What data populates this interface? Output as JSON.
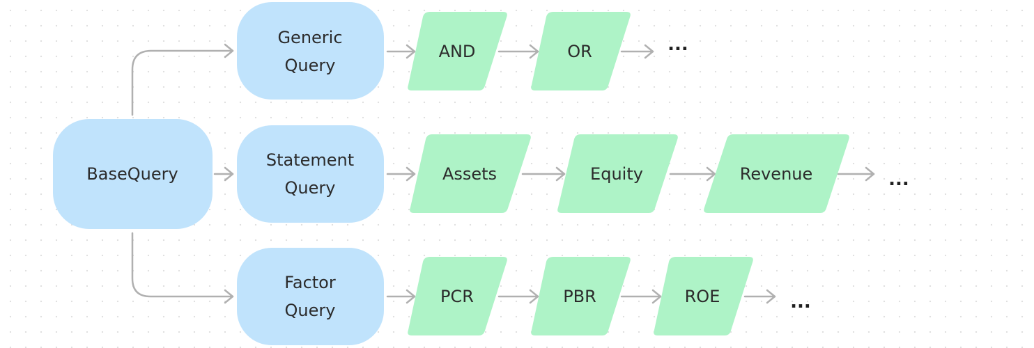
{
  "colors": {
    "query_fill": "#c0e3fc",
    "step_fill": "#aef3c7",
    "edge": "#b0b0b0",
    "text": "#2b2b2b"
  },
  "root": {
    "label": "BaseQuery"
  },
  "rows": [
    {
      "query_line1": "Generic",
      "query_line2": "Query",
      "steps": [
        "AND",
        "OR"
      ],
      "continuation": "..."
    },
    {
      "query_line1": "Statement",
      "query_line2": "Query",
      "steps": [
        "Assets",
        "Equity",
        "Revenue"
      ],
      "continuation": "..."
    },
    {
      "query_line1": "Factor",
      "query_line2": "Query",
      "steps": [
        "PCR",
        "PBR",
        "ROE"
      ],
      "continuation": "..."
    }
  ],
  "edges": [
    {
      "from": "BaseQuery",
      "to": "Generic Query"
    },
    {
      "from": "BaseQuery",
      "to": "Statement Query"
    },
    {
      "from": "BaseQuery",
      "to": "Factor Query"
    },
    {
      "from": "Generic Query",
      "to": "AND"
    },
    {
      "from": "AND",
      "to": "OR"
    },
    {
      "from": "OR",
      "to": "..."
    },
    {
      "from": "Statement Query",
      "to": "Assets"
    },
    {
      "from": "Assets",
      "to": "Equity"
    },
    {
      "from": "Equity",
      "to": "Revenue"
    },
    {
      "from": "Revenue",
      "to": "..."
    },
    {
      "from": "Factor Query",
      "to": "PCR"
    },
    {
      "from": "PCR",
      "to": "PBR"
    },
    {
      "from": "PBR",
      "to": "ROE"
    },
    {
      "from": "ROE",
      "to": "..."
    }
  ]
}
